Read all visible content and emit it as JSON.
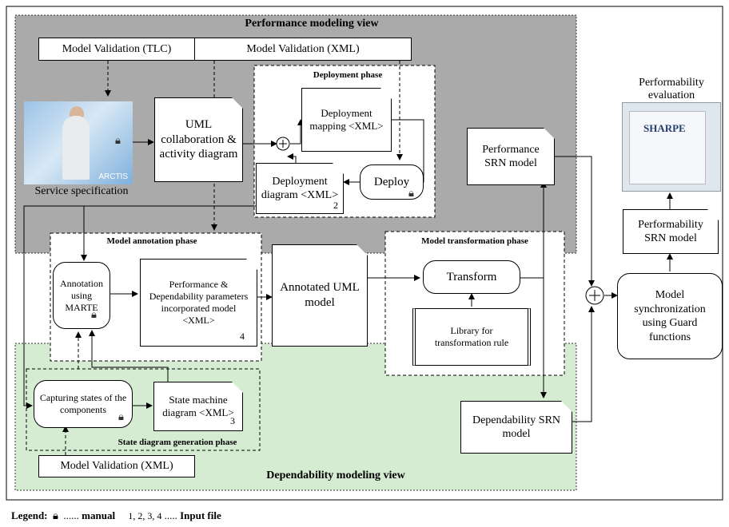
{
  "views": {
    "performance": "Performance modeling view",
    "dependability": "Dependability modeling view"
  },
  "phases": {
    "deployment": "Deployment phase",
    "annotation": "Model annotation phase",
    "transformation": "Model transformation phase",
    "state": "State diagram generation phase"
  },
  "boxes": {
    "validation_tlc": "Model Validation (TLC)",
    "validation_xml_top": "Model Validation (XML)",
    "validation_xml_bottom": "Model Validation (XML)",
    "uml_collab": "UML collaboration & activity diagram",
    "deploy_mapping": "Deployment mapping <XML>",
    "deploy_diagram": "Deployment diagram <XML>",
    "deploy": "Deploy",
    "perf_srn": "Performance SRN model",
    "annotation_marte": "Annotation using MARTE",
    "perf_dep_params": "Performance & Dependability parameters incorporated model <XML>",
    "annotated_uml": "Annotated UML model",
    "transform": "Transform",
    "library": "Library for transformation rule",
    "capturing_states": "Capturing states of the components",
    "state_machine": "State machine diagram <XML>",
    "dep_srn": "Dependability SRN model",
    "perfomability_srn": "Performability SRN model",
    "model_sync": "Model synchronization using Guard functions"
  },
  "labels": {
    "service_spec": "Service specification",
    "perf_eval": "Performability evaluation",
    "sharpe": "SHARPE",
    "arctis": "ARCTIS"
  },
  "input_numbers": {
    "deploy_diagram": "2",
    "state_machine": "3",
    "perf_dep_params": "4"
  },
  "legend": {
    "prefix": "Legend:",
    "manual_dots": "......",
    "manual": "manual",
    "numbers": "1, 2, 3, 4",
    "input_dots": ".....",
    "input_file": "Input file"
  },
  "colors": {
    "performance_bg": "#aaaaaa",
    "dependability_bg": "#d5ebd2"
  }
}
